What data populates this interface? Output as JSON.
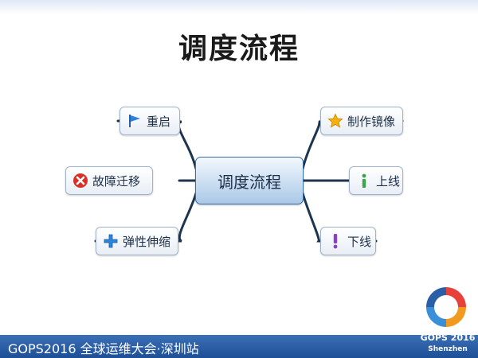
{
  "title": "调度流程",
  "diagram": {
    "center": "调度流程",
    "left_branches": [
      {
        "label": "重启",
        "icon": "flag-icon"
      },
      {
        "label": "故障迁移",
        "icon": "error-x-icon"
      },
      {
        "label": "弹性伸缩",
        "icon": "plus-icon"
      }
    ],
    "right_branches": [
      {
        "label": "制作镜像",
        "icon": "star-icon"
      },
      {
        "label": "上线",
        "icon": "info-icon"
      },
      {
        "label": "下线",
        "icon": "exclamation-icon"
      }
    ]
  },
  "footer": {
    "text": "GOPS2016 全球运维大会·深圳站"
  },
  "logo": {
    "brand": "GOPS 2016",
    "city": "Shenzhen"
  },
  "colors": {
    "footer": "#1d4f96",
    "center_node": "#a9c8e8",
    "link": "#1e3550"
  }
}
